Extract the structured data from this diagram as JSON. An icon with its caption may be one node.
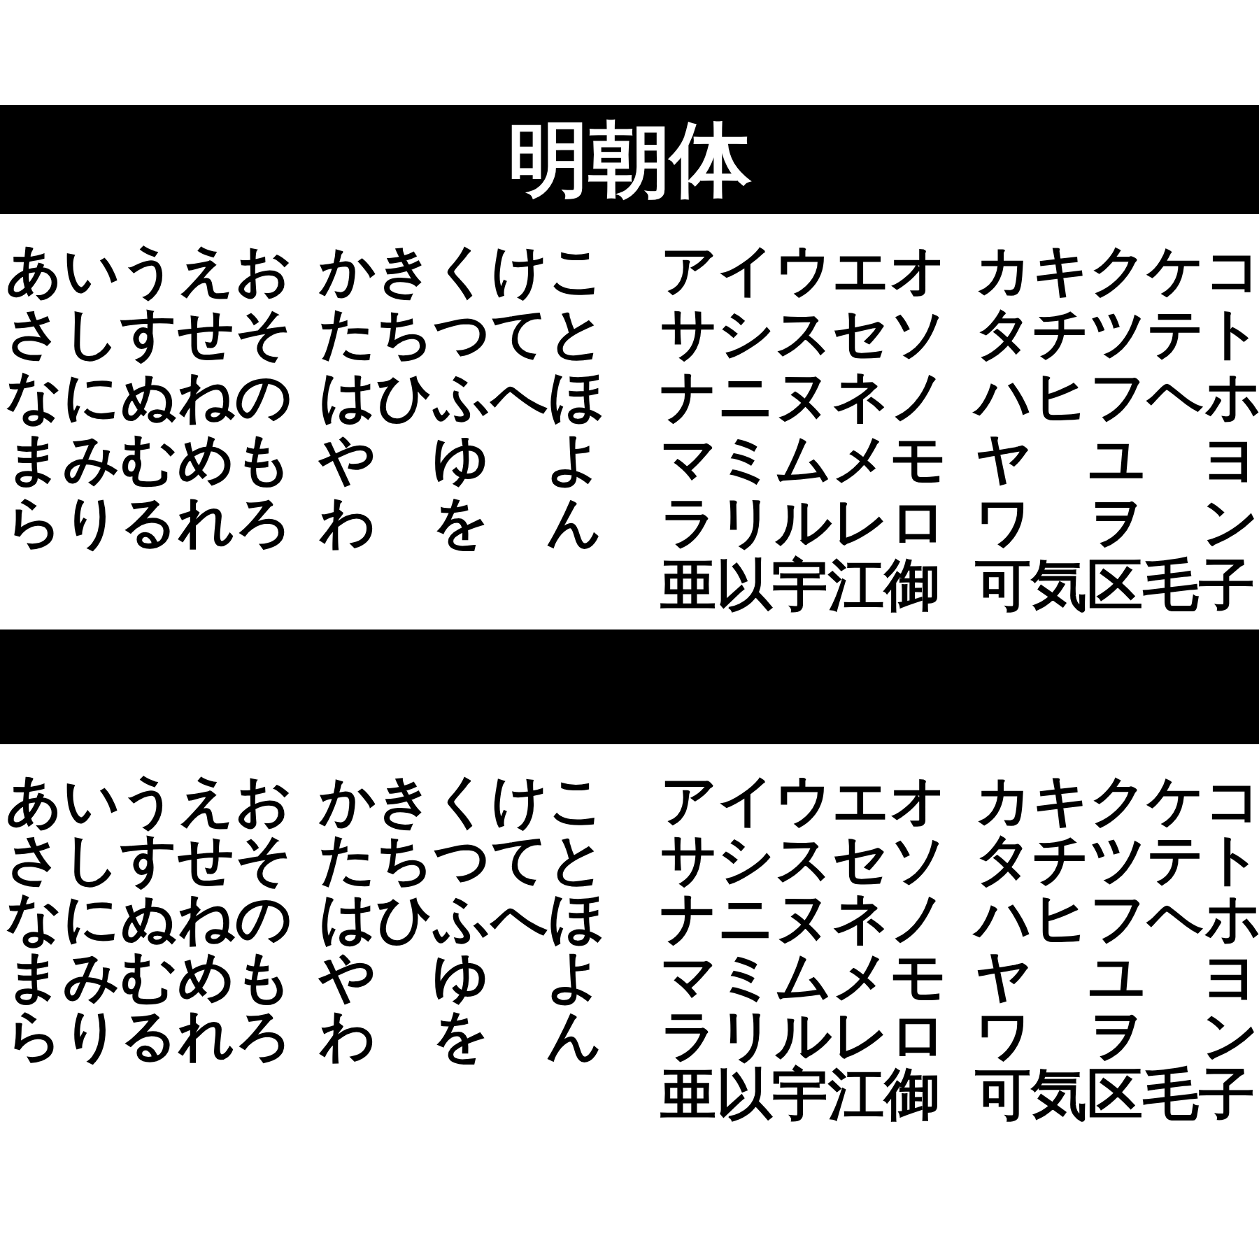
{
  "diagram": {
    "nodes": [
      {
        "text": [
          "明朝体"
        ]
      },
      {
        "text": [],
        "shape": "bar"
      }
    ],
    "labels": [
      "あいうえお",
      "かきくけこ",
      "アイウエオ",
      "カキクケコ",
      "さしすせそ",
      "たちつてと",
      "サシスセソ",
      "タチツテト",
      "なにぬねの",
      "はひふへほ",
      "ナニヌネノ",
      "ハヒフヘホ",
      "まみむめも",
      "や　ゆ　よ",
      "マミムメモ",
      "ヤ　ユ　ヨ",
      "らりるれろ",
      "わ　を　ん",
      "ラリルレロ",
      "ワ　ヲ　ン",
      "亜以宇江御",
      "可気区毛子",
      "あいうえお",
      "かきくけこ",
      "アイウエオ",
      "カキクケコ",
      "さしすせそ",
      "たちつてと",
      "サシスセソ",
      "タチツテト",
      "なにぬねの",
      "はひふへほ",
      "ナニヌネノ",
      "ハヒフヘホ",
      "まみむめも",
      "や　ゆ　よ",
      "マミムメモ",
      "ヤ　ユ　ヨ",
      "らりるれろ",
      "わ　を　ん",
      "ラリルレロ",
      "ワ　ヲ　ン",
      "亜以宇江御",
      "可気区毛子"
    ]
  }
}
